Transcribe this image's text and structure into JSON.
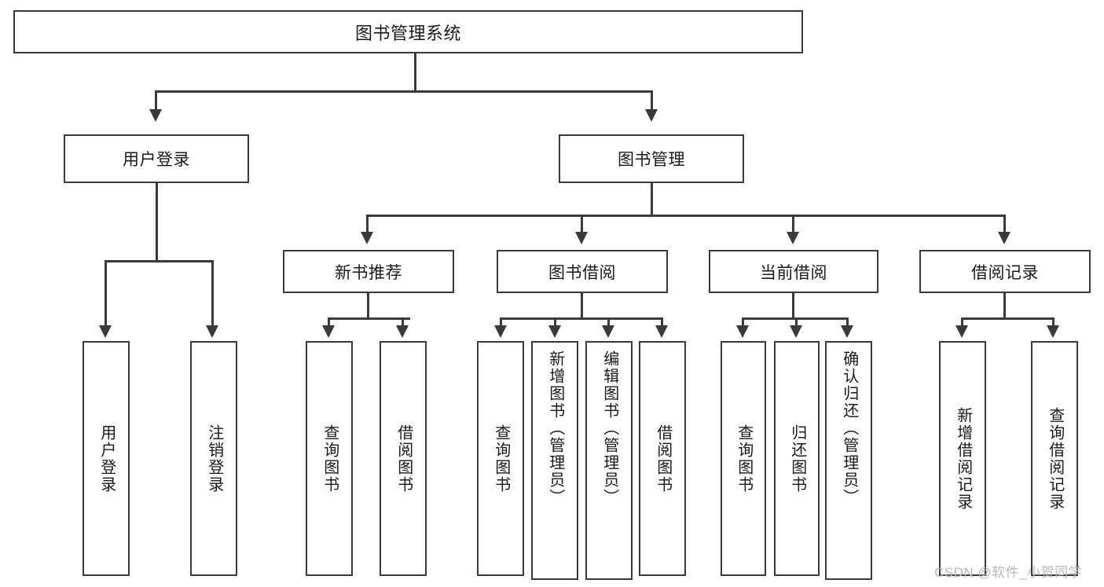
{
  "diagram": {
    "title": "图书管理系统",
    "type": "hierarchy-tree",
    "watermark": "CSDN @软件_小贺同学",
    "colors": {
      "line": "#3a3a3a",
      "box_border": "#3a3a3a",
      "box_fill": "#ffffff",
      "text": "#1a1a1a",
      "watermark": "#b9b9b9"
    },
    "root": {
      "label": "图书管理系统"
    },
    "level2": [
      {
        "label": "用户登录"
      },
      {
        "label": "图书管理"
      }
    ],
    "level3": [
      {
        "label": "新书推荐"
      },
      {
        "label": "图书借阅"
      },
      {
        "label": "当前借阅"
      },
      {
        "label": "借阅记录"
      }
    ],
    "leaves": {
      "user_login": [
        {
          "label": "用户登录"
        },
        {
          "label": "注销登录"
        }
      ],
      "new_book_recommend": [
        {
          "label": "查询图书"
        },
        {
          "label": "借阅图书"
        }
      ],
      "book_borrow": [
        {
          "label": "查询图书"
        },
        {
          "label": "新增图书（管理员）"
        },
        {
          "label": "编辑图书（管理员）"
        },
        {
          "label": "借阅图书"
        }
      ],
      "current_borrow": [
        {
          "label": "查询图书"
        },
        {
          "label": "归还图书"
        },
        {
          "label": "确认归还（管理员）"
        }
      ],
      "borrow_record": [
        {
          "label": "新增借阅记录"
        },
        {
          "label": "查询借阅记录"
        }
      ]
    }
  }
}
